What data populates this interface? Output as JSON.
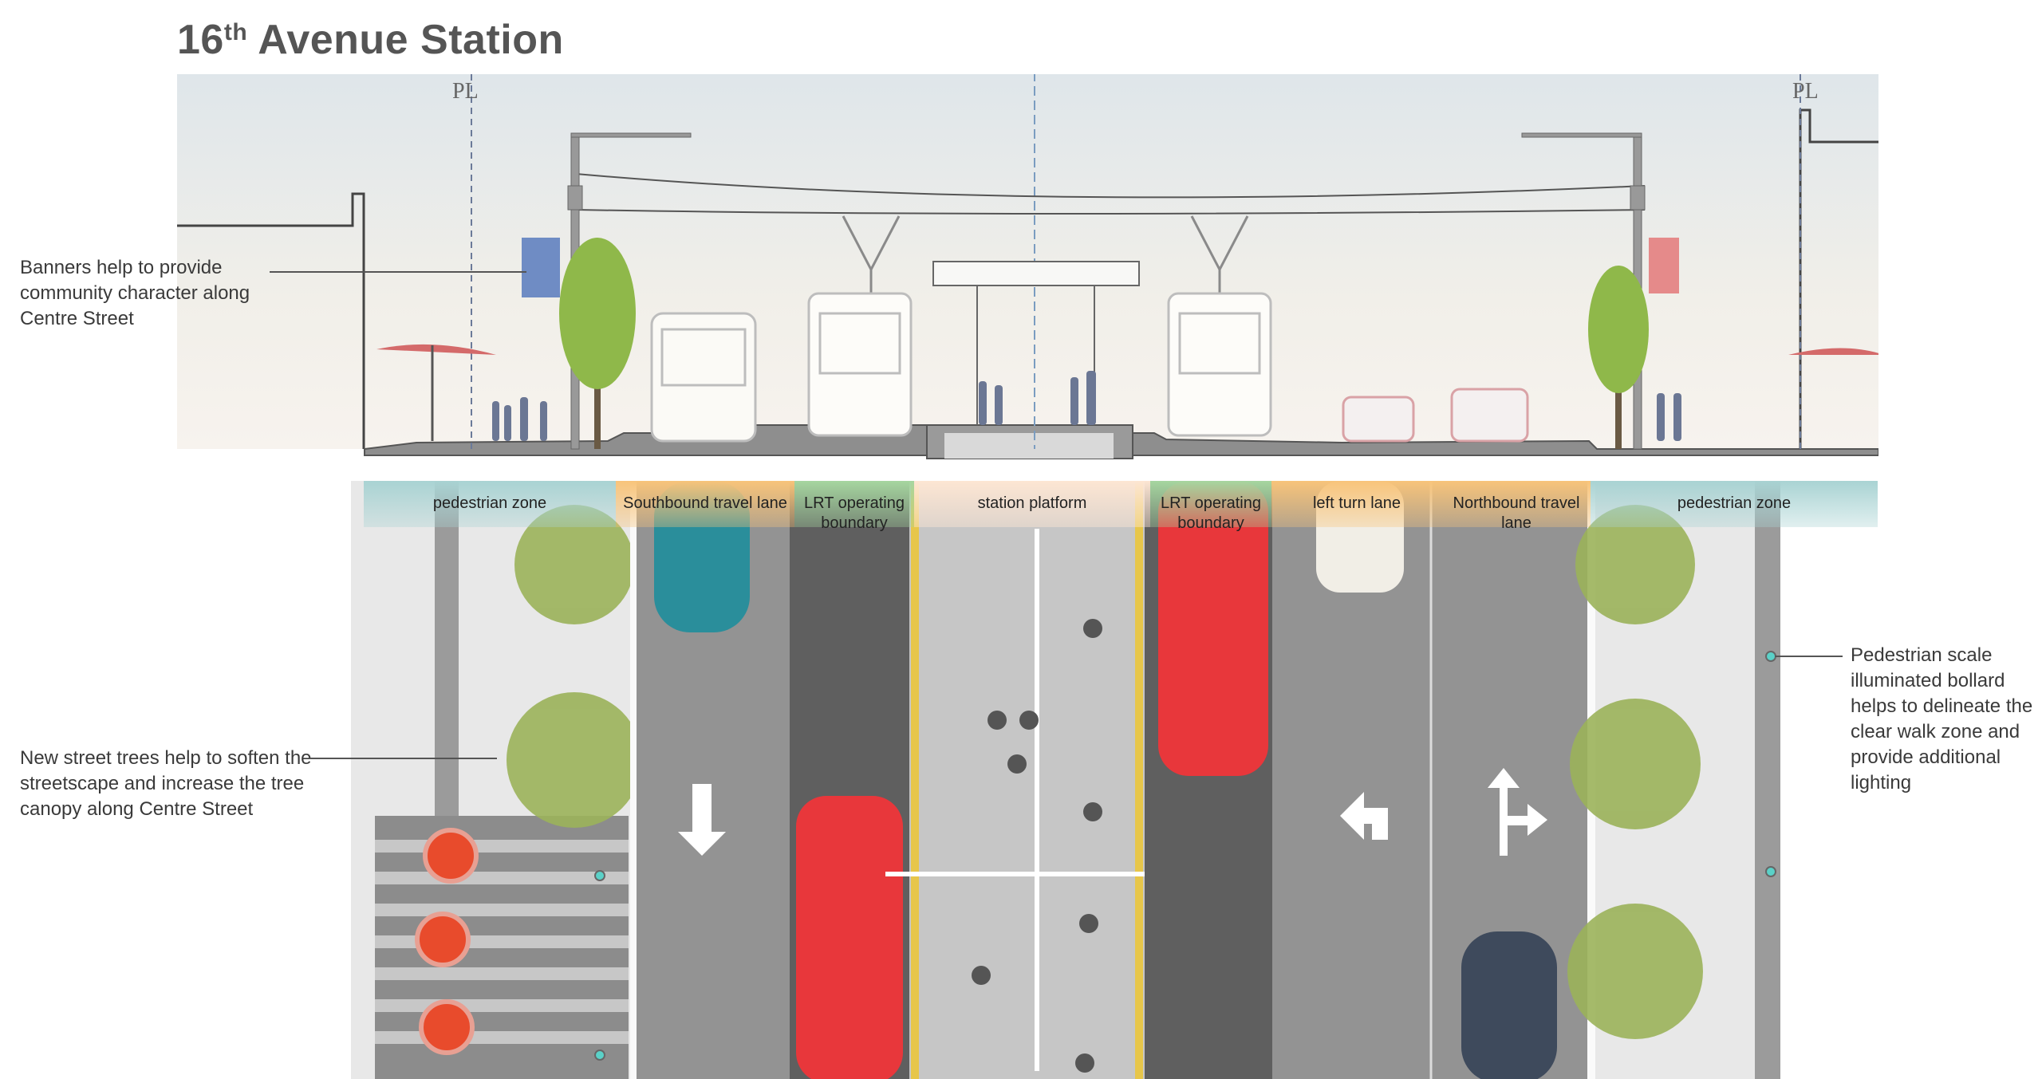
{
  "title": {
    "main": "16",
    "sup": "th",
    "rest": " Avenue Station"
  },
  "section": {
    "property_line_mark": "PL"
  },
  "zones": [
    {
      "label": "pedestrian zone"
    },
    {
      "label": "Southbound travel lane"
    },
    {
      "label": "LRT operating boundary"
    },
    {
      "label": "station platform"
    },
    {
      "label": "LRT operating boundary"
    },
    {
      "label": "left turn lane"
    },
    {
      "label": "Northbound travel lane"
    },
    {
      "label": "pedestrian zone"
    }
  ],
  "callouts": {
    "banners": "Banners help to provide community character along Centre Street",
    "trees": "New street trees help to soften the streetscape and increase the tree canopy along Centre Street",
    "bollard": "Pedestrian scale illuminated bollard helps to delineate the clear walk zone and provide additional lighting"
  },
  "colors": {
    "pedestrian_zone": "#a9d3d3",
    "travel_lane": "#f8c47a",
    "lrt_boundary": "#a6d6a0",
    "station_platform": "#fde6d3",
    "lrt_vehicle": "#e8373b",
    "tree": "#9bb25a",
    "asphalt": "#8d8d8d",
    "track": "#5f5f5f",
    "platform_edge": "#e7c64a"
  }
}
